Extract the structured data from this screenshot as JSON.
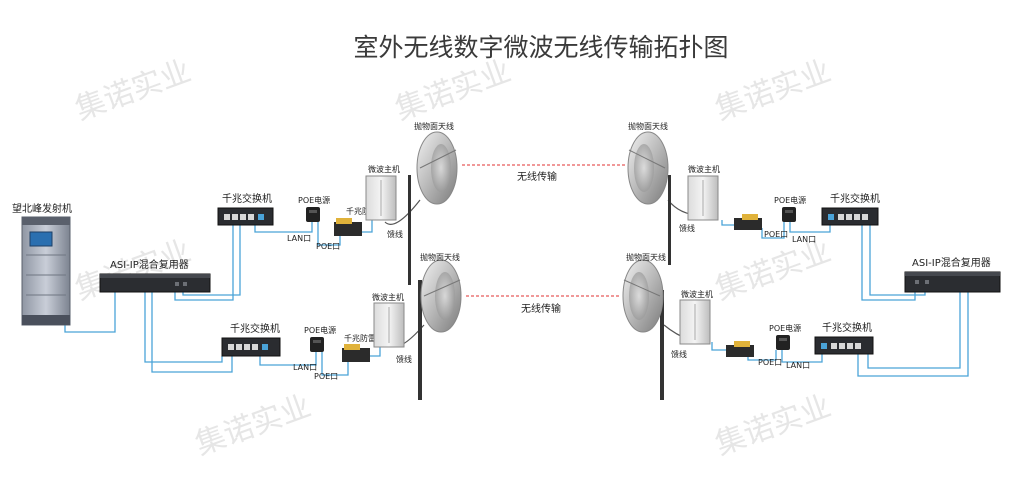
{
  "title": "室外无线数字微波无线传输拓扑图",
  "labels": {
    "transmitter": "望北峰发射机",
    "mux_left": "ASI-IP混合复用器",
    "mux_right": "ASI-IP混合复用器",
    "switch": "千兆交换机",
    "poe_power": "POE电源",
    "surge": "千兆防雷",
    "lan": "LAN口",
    "poe_port": "POE口",
    "microwave_host": "微波主机",
    "feeder": "馈线",
    "parabolic_antenna": "抛物面天线",
    "wireless_link": "无线传输"
  },
  "colors": {
    "cable": "#4aa3d8",
    "wire": "#555555",
    "link": "#e03030",
    "title": "#3a3a3a"
  },
  "watermark": "集诺实业"
}
